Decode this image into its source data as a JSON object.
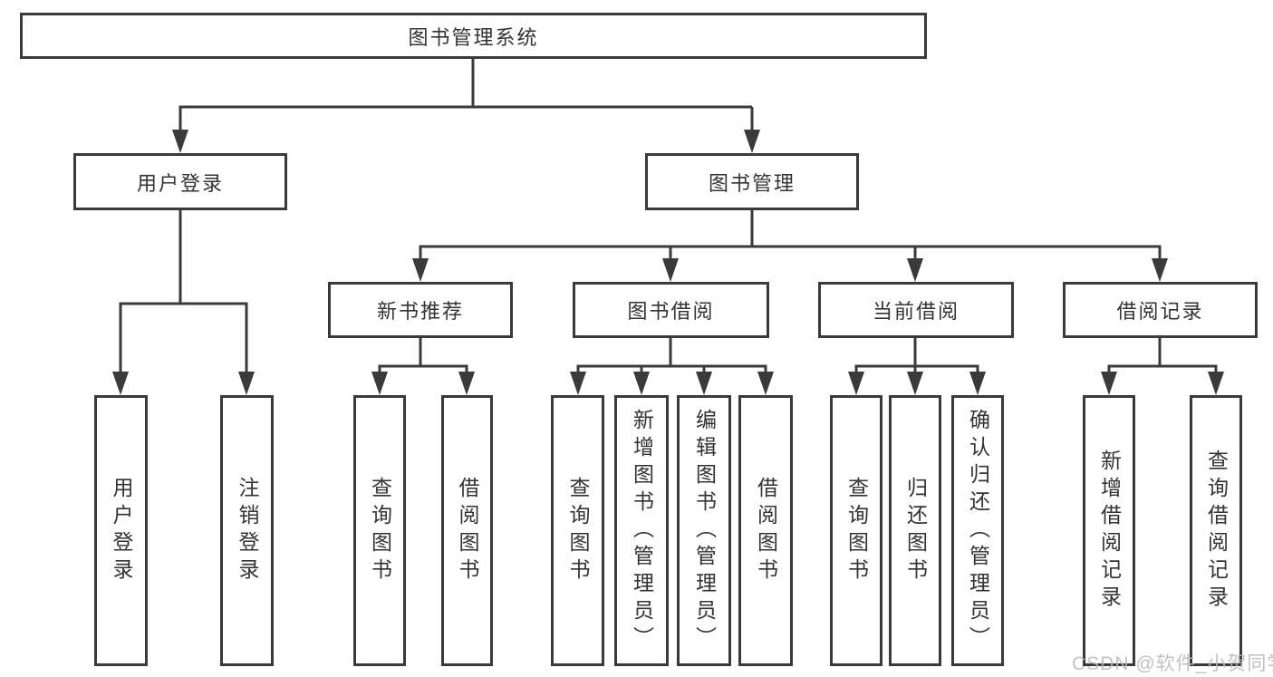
{
  "colors": {
    "line": "#3a3a3a",
    "text": "#333333",
    "background": "#ffffff",
    "watermark": "#bbbbbb"
  },
  "watermark": "CSDN @软件_小贺同学",
  "tree": {
    "root": {
      "label": "图书管理系统",
      "children": [
        {
          "label": "用户登录",
          "children": [
            {
              "label": "用户登录"
            },
            {
              "label": "注销登录"
            }
          ]
        },
        {
          "label": "图书管理",
          "children": [
            {
              "label": "新书推荐",
              "children": [
                {
                  "label": "查询图书"
                },
                {
                  "label": "借阅图书"
                }
              ]
            },
            {
              "label": "图书借阅",
              "children": [
                {
                  "label": "查询图书"
                },
                {
                  "label": "新增图书（管理员）"
                },
                {
                  "label": "编辑图书（管理员）"
                },
                {
                  "label": "借阅图书"
                }
              ]
            },
            {
              "label": "当前借阅",
              "children": [
                {
                  "label": "查询图书"
                },
                {
                  "label": "归还图书"
                },
                {
                  "label": "确认归还（管理员）"
                }
              ]
            },
            {
              "label": "借阅记录",
              "children": [
                {
                  "label": "新增借阅记录"
                },
                {
                  "label": "查询借阅记录"
                }
              ]
            }
          ]
        }
      ]
    }
  }
}
